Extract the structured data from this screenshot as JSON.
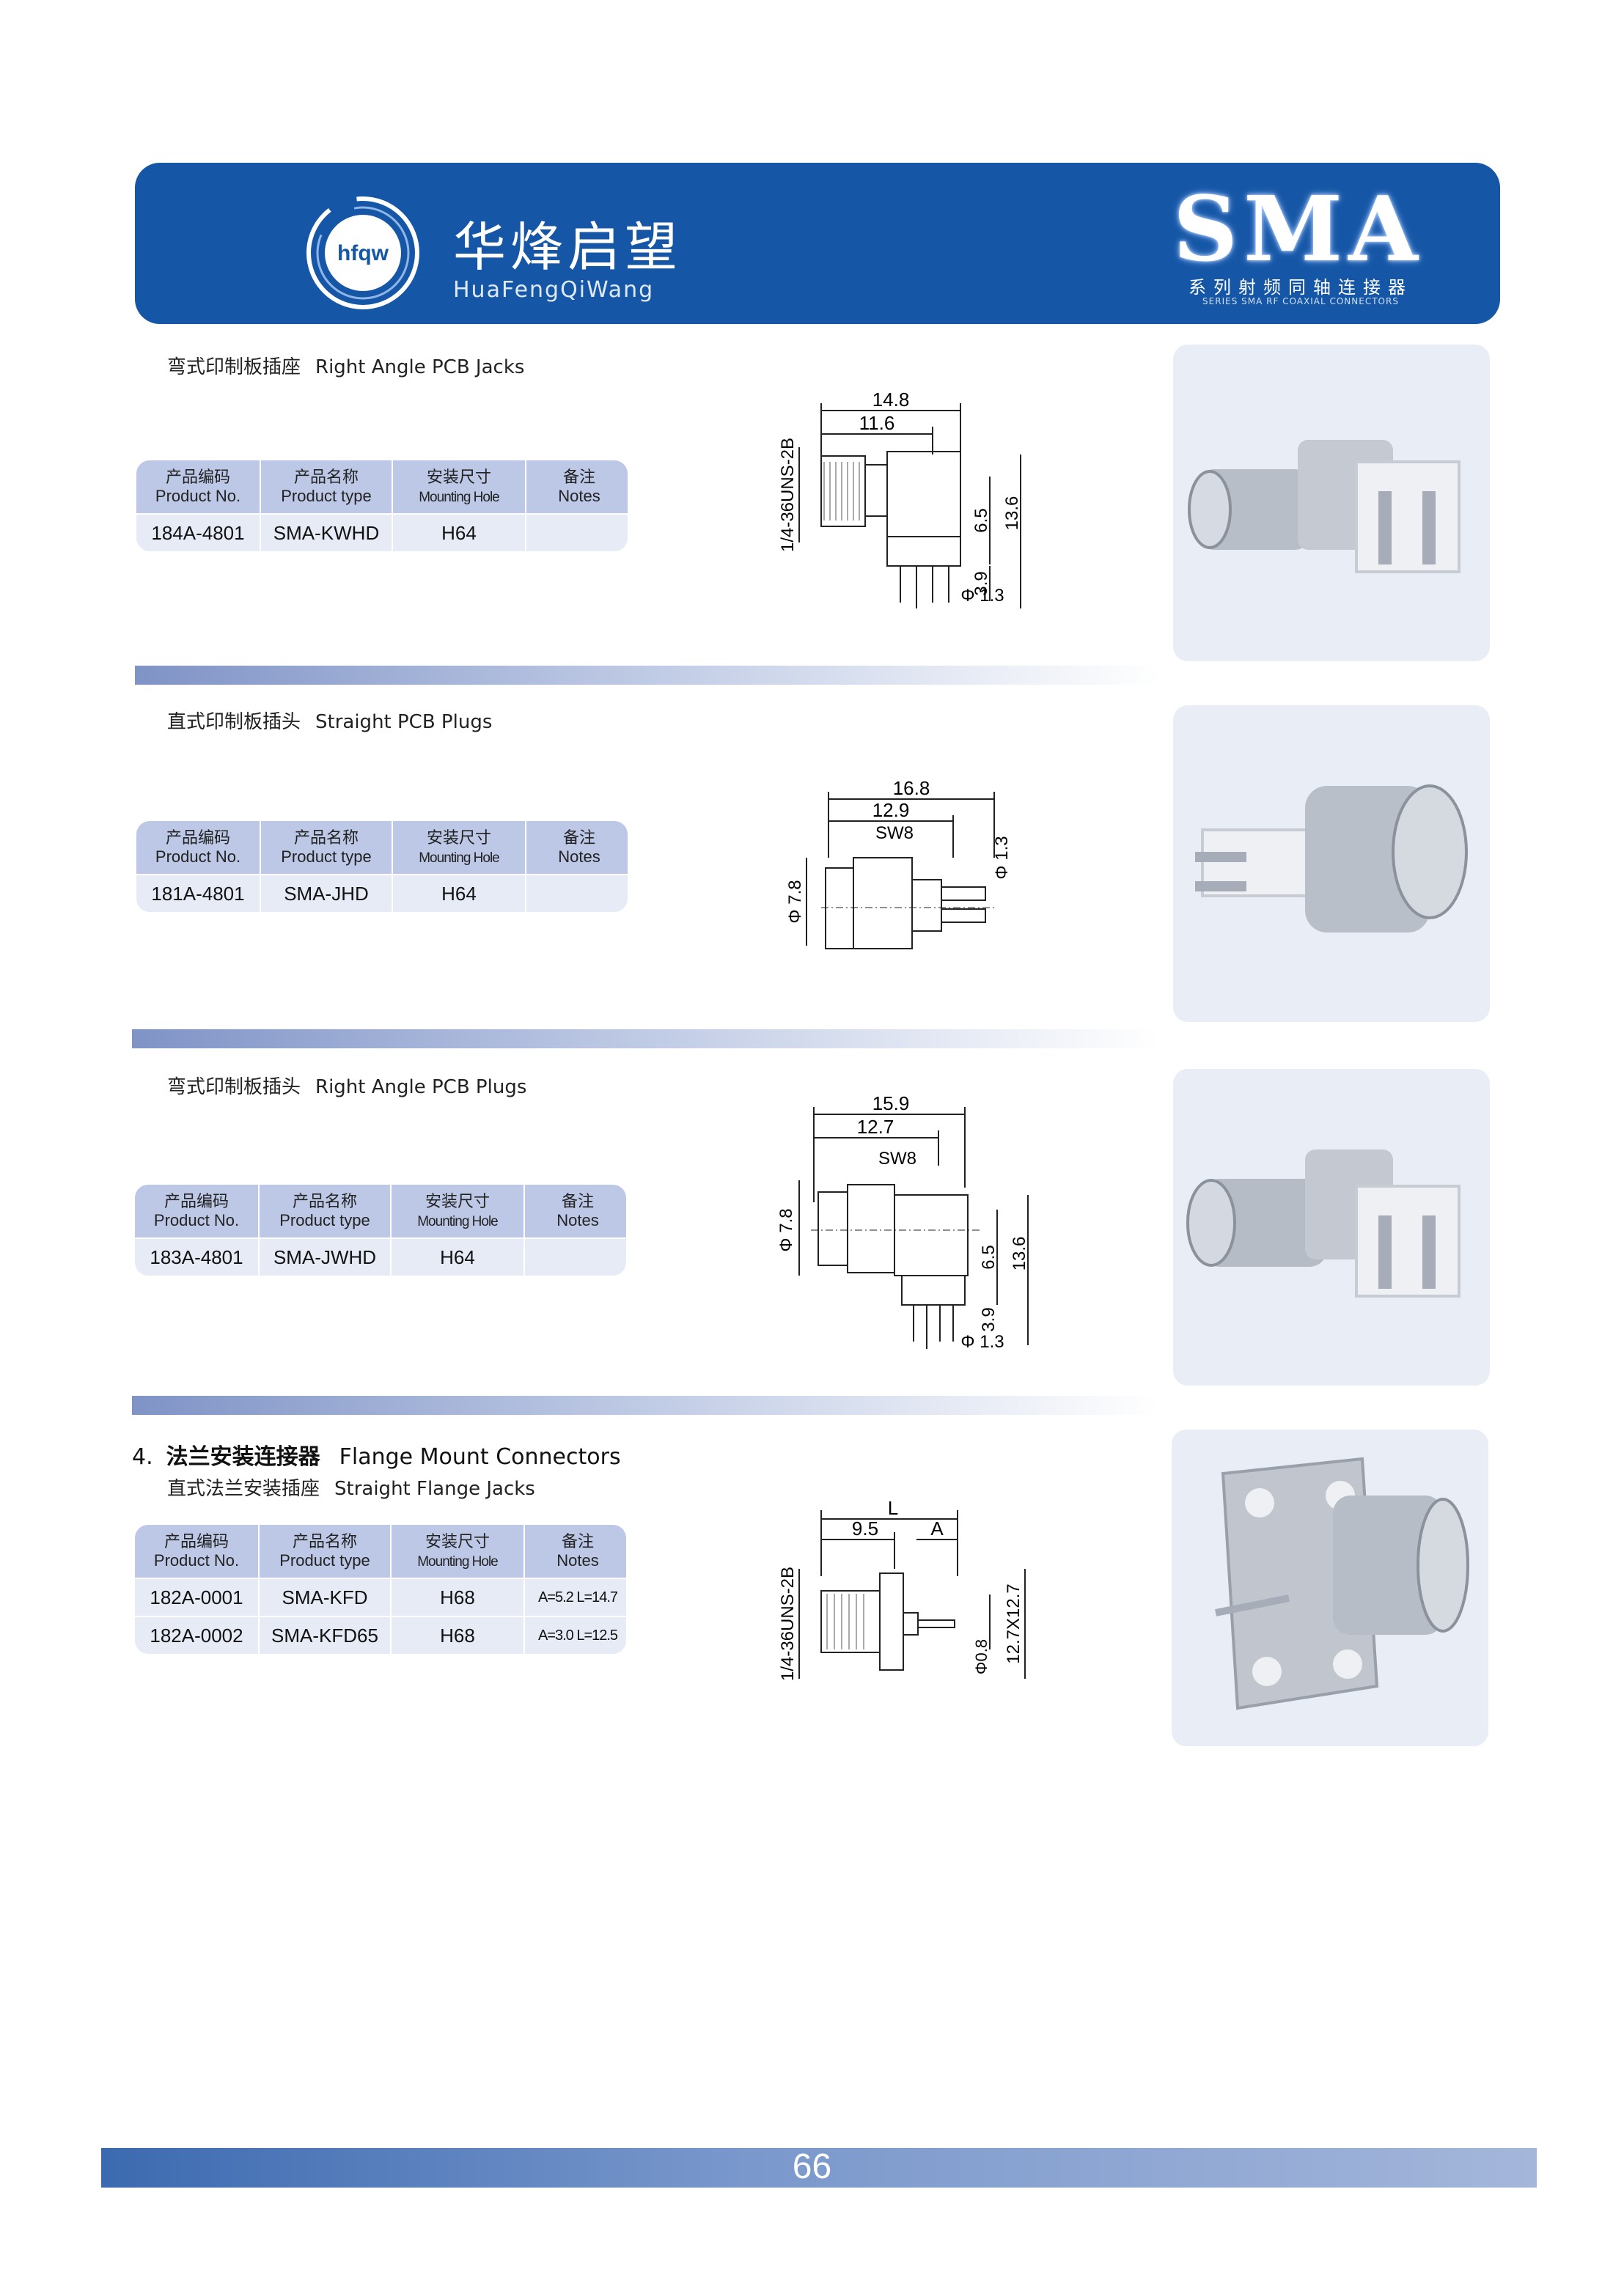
{
  "header": {
    "brand_cn": "华烽启望",
    "brand_en": "HuaFengQiWang",
    "logo_text": "hfqw",
    "series_title": "SMA",
    "series_cn": "系列射频同轴连接器",
    "series_en": "SERIES SMA RF COAXIAL CONNECTORS"
  },
  "table_headers": {
    "col1_cn": "产品编码",
    "col1_en": "Product No.",
    "col2_cn": "产品名称",
    "col2_en": "Product type",
    "col3_cn": "安装尺寸",
    "col3_en": "Mounting Hole",
    "col4_cn": "备注",
    "col4_en": "Notes"
  },
  "sections": [
    {
      "title_cn": "弯式印制板插座",
      "title_en": "Right Angle PCB Jacks",
      "rows": [
        {
          "no": "184A-4801",
          "type": "SMA-KWHD",
          "hole": "H64",
          "notes": ""
        }
      ],
      "dims": {
        "d1": "14.8",
        "d2": "11.6",
        "thread": "1/4-36UNS-2B",
        "h1": "6.5",
        "h2": "13.6",
        "h3": "3.9",
        "pin": "Φ 1.3"
      }
    },
    {
      "title_cn": "直式印制板插头",
      "title_en": "Straight PCB Plugs",
      "rows": [
        {
          "no": "181A-4801",
          "type": "SMA-JHD",
          "hole": "H64",
          "notes": ""
        }
      ],
      "dims": {
        "d1": "16.8",
        "d2": "12.9",
        "sw": "SW8",
        "dia": "Φ 7.8",
        "pin": "Φ 1.3"
      }
    },
    {
      "title_cn": "弯式印制板插头",
      "title_en": "Right Angle PCB Plugs",
      "rows": [
        {
          "no": "183A-4801",
          "type": "SMA-JWHD",
          "hole": "H64",
          "notes": ""
        }
      ],
      "dims": {
        "d1": "15.9",
        "d2": "12.7",
        "sw": "SW8",
        "dia": "Φ 7.8",
        "h1": "6.5",
        "h2": "13.6",
        "h3": "3.9",
        "pin": "Φ 1.3"
      }
    },
    {
      "heading_num": "4.",
      "heading_cn": "法兰安装连接器",
      "heading_en": "Flange Mount Connectors",
      "title_cn": "直式法兰安装插座",
      "title_en": "Straight Flange Jacks",
      "rows": [
        {
          "no": "182A-0001",
          "type": "SMA-KFD",
          "hole": "H68",
          "notes": "A=5.2 L=14.7"
        },
        {
          "no": "182A-0002",
          "type": "SMA-KFD65",
          "hole": "H68",
          "notes": "A=3.0 L=12.5"
        }
      ],
      "dims": {
        "L": "L",
        "d2": "9.5",
        "A": "A",
        "thread": "1/4-36UNS-2B",
        "pin": "Φ0.8",
        "flange": "12.7X12.7"
      }
    }
  ],
  "footer": {
    "page_number": "66"
  },
  "colors": {
    "banner": "#1556a6",
    "table_header": "#bcc8e6",
    "table_row": "#e6ebf6",
    "photo_bg": "#e8edf6"
  }
}
